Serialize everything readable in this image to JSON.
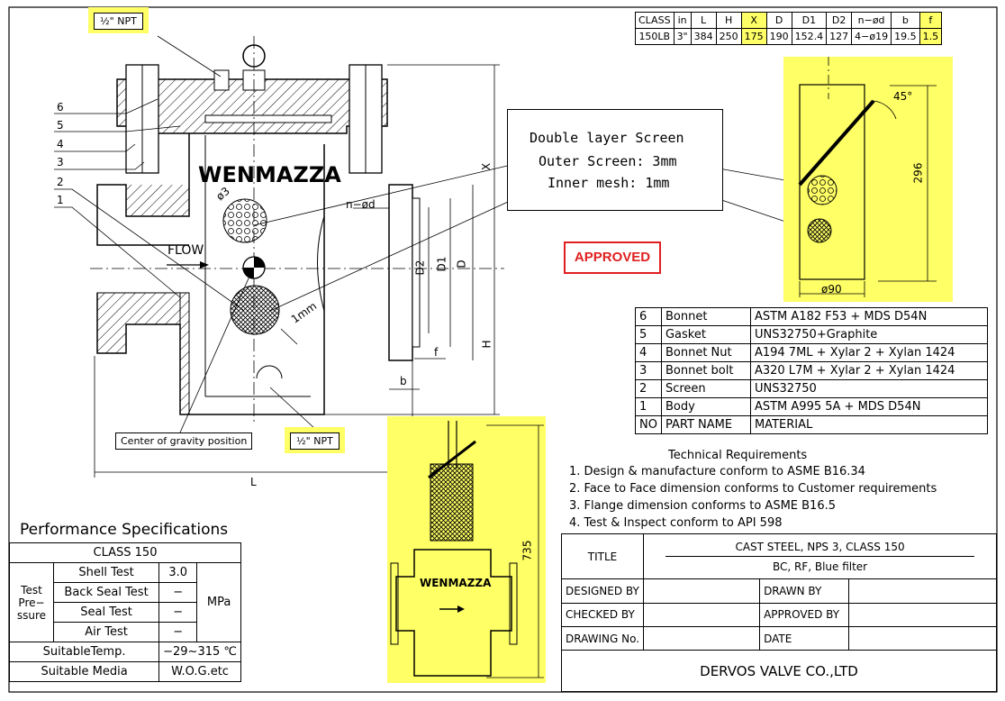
{
  "npt_top": "½\" NPT",
  "npt_bottom": "½\" NPT",
  "brand": "WENMAZZA",
  "flow_label": "FLOW",
  "approved": "APPROVED",
  "cg_label": "Center of gravity position",
  "part_numbers": [
    "6",
    "5",
    "4",
    "3",
    "2",
    "1"
  ],
  "dim_labels": {
    "x": "X",
    "h": "H",
    "l": "L",
    "d": "D",
    "d1": "D1",
    "d2": "D2",
    "b": "b",
    "f": "f",
    "nod": "n−ød",
    "phi3": "ø3",
    "mm1": "1mm"
  },
  "note": {
    "title": "Double layer Screen",
    "outer": "Outer Screen: 3mm",
    "inner": "Inner mesh: 1mm"
  },
  "screen_view": {
    "angle": "45°",
    "height": "296",
    "width": "ø90"
  },
  "lower_view": {
    "height": "735",
    "brand": "WENMAZZA"
  },
  "dim_table": {
    "headers": [
      "CLASS",
      "in",
      "L",
      "H",
      "X",
      "D",
      "D1",
      "D2",
      "n−ød",
      "b",
      "f"
    ],
    "row": [
      "150LB",
      "3\"",
      "384",
      "250",
      "175",
      "190",
      "152.4",
      "127",
      "4−ø19",
      "19.5",
      "1.5"
    ],
    "highlight_cols": [
      4,
      10
    ]
  },
  "parts_table": {
    "rows": [
      [
        "6",
        "Bonnet",
        "ASTM A182 F53 + MDS D54N"
      ],
      [
        "5",
        "Gasket",
        "UNS32750+Graphite"
      ],
      [
        "4",
        "Bonnet Nut",
        "A194 7ML + Xylar 2 + Xylan 1424"
      ],
      [
        "3",
        "Bonnet bolt",
        "A320 L7M + Xylar 2 + Xylan 1424"
      ],
      [
        "2",
        "Screen",
        "UNS32750"
      ],
      [
        "1",
        "Body",
        "ASTM A995 5A + MDS D54N"
      ]
    ],
    "header": [
      "NO",
      "PART NAME",
      "MATERIAL"
    ]
  },
  "tech": {
    "title": "Technical Requirements",
    "items": [
      "1. Design & manufacture conform to ASME B16.34",
      "2. Face to Face dimension conforms to Customer requirements",
      "3. Flange dimension conforms to ASME B16.5",
      "4. Test & Inspect conform to API 598"
    ]
  },
  "perf": {
    "title": "Performance Specifications",
    "class": "CLASS 150",
    "test_group": "Test Pre− ssure",
    "tests": [
      [
        "Shell Test",
        "3.0"
      ],
      [
        "Back Seal Test",
        "−"
      ],
      [
        "Seal Test",
        "−"
      ],
      [
        "Air Test",
        "−"
      ]
    ],
    "unit": "MPa",
    "temp_label": "SuitableTemp.",
    "temp_value": "−29~315 ℃",
    "media_label": "Suitable Media",
    "media_value": "W.O.G.etc"
  },
  "title_block": {
    "title_label": "TITLE",
    "title_line1": "CAST STEEL, NPS 3, CLASS 150",
    "title_line2": "BC, RF, Blue filter",
    "designed": "DESIGNED BY",
    "drawn": "DRAWN BY",
    "checked": "CHECKED BY",
    "approved": "APPROVED BY",
    "drawing_no": "DRAWING No.",
    "date": "DATE",
    "company": "DERVOS VALVE CO.,LTD"
  }
}
